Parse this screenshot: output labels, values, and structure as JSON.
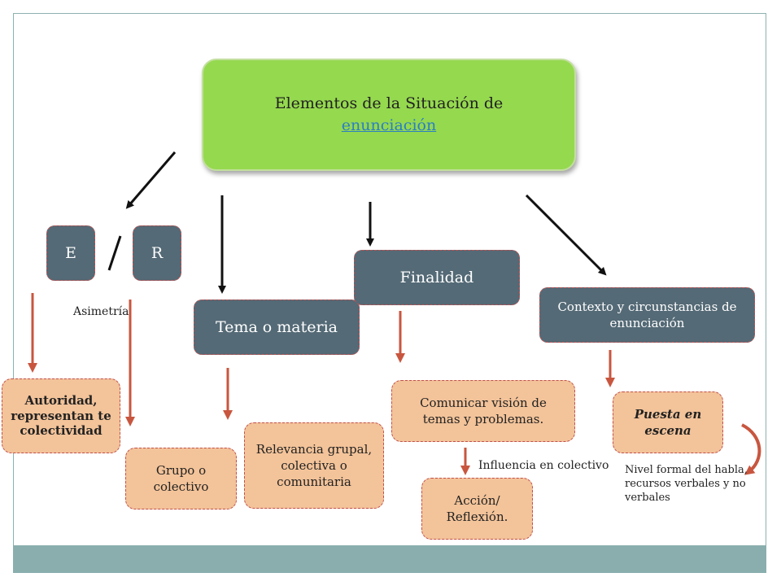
{
  "title": {
    "line1": "Elementos de la Situación de",
    "link": "enunciación"
  },
  "e_label": "E",
  "r_label": "R",
  "asimetria": "Asimetría",
  "tema": "Tema o materia",
  "finalidad": "Finalidad",
  "contexto": "Contexto y circunstancias de enunciación",
  "autoridad": "Autoridad, representan te colectividad",
  "grupo": "Grupo o colectivo",
  "relevancia": "Relevancia grupal, colectiva o comunitaria",
  "comunicar": "Comunicar visión de temas y problemas.",
  "influencia": "Influencia en colectivo",
  "accion": "Acción/ Reflexión.",
  "puesta": "Puesta en escena",
  "nivel": "Nivel formal del habla, recursos verbales y no verbales",
  "colors": {
    "title_fill": "#95d94f",
    "dark_fill": "#546a76",
    "tan_fill": "#f3c399",
    "red_arrow": "#c8563f",
    "black_arrow": "#111111",
    "band": "#8aaeae"
  }
}
